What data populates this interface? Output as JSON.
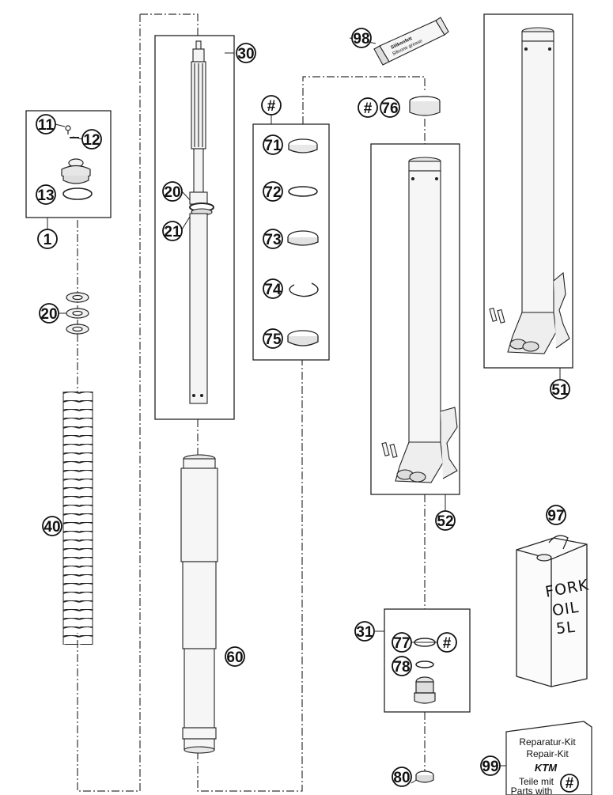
{
  "callouts": {
    "c1": "1",
    "c11": "11",
    "c12": "12",
    "c13": "13",
    "c20a": "20",
    "c20b": "20",
    "c21": "21",
    "c30": "30",
    "c31": "31",
    "c40": "40",
    "c51": "51",
    "c52": "52",
    "c60": "60",
    "c71": "71",
    "c72": "72",
    "c73": "73",
    "c74": "74",
    "c75": "75",
    "c76": "76",
    "c77": "77",
    "c78": "78",
    "c80": "80",
    "c97": "97",
    "c98": "98",
    "c99": "99",
    "hash_kit": "#",
    "hash_76": "#",
    "hash_77": "#",
    "hash_99": "#"
  },
  "tube_label": {
    "line1": "Silikonfett",
    "line2": "Silicone grease"
  },
  "oil_can": {
    "line1": "FORK",
    "line2": "OIL",
    "line3": "5L"
  },
  "repair_card": {
    "line1": "Reparatur-Kit",
    "line2": "Repair-Kit",
    "logo": "KTM",
    "line3": "Teile mit",
    "line4": "Parts with"
  },
  "icons": [
    "silicone-grease-tube-icon",
    "fork-oil-can-icon",
    "repair-kit-card-icon",
    "ktm-logo-icon"
  ]
}
